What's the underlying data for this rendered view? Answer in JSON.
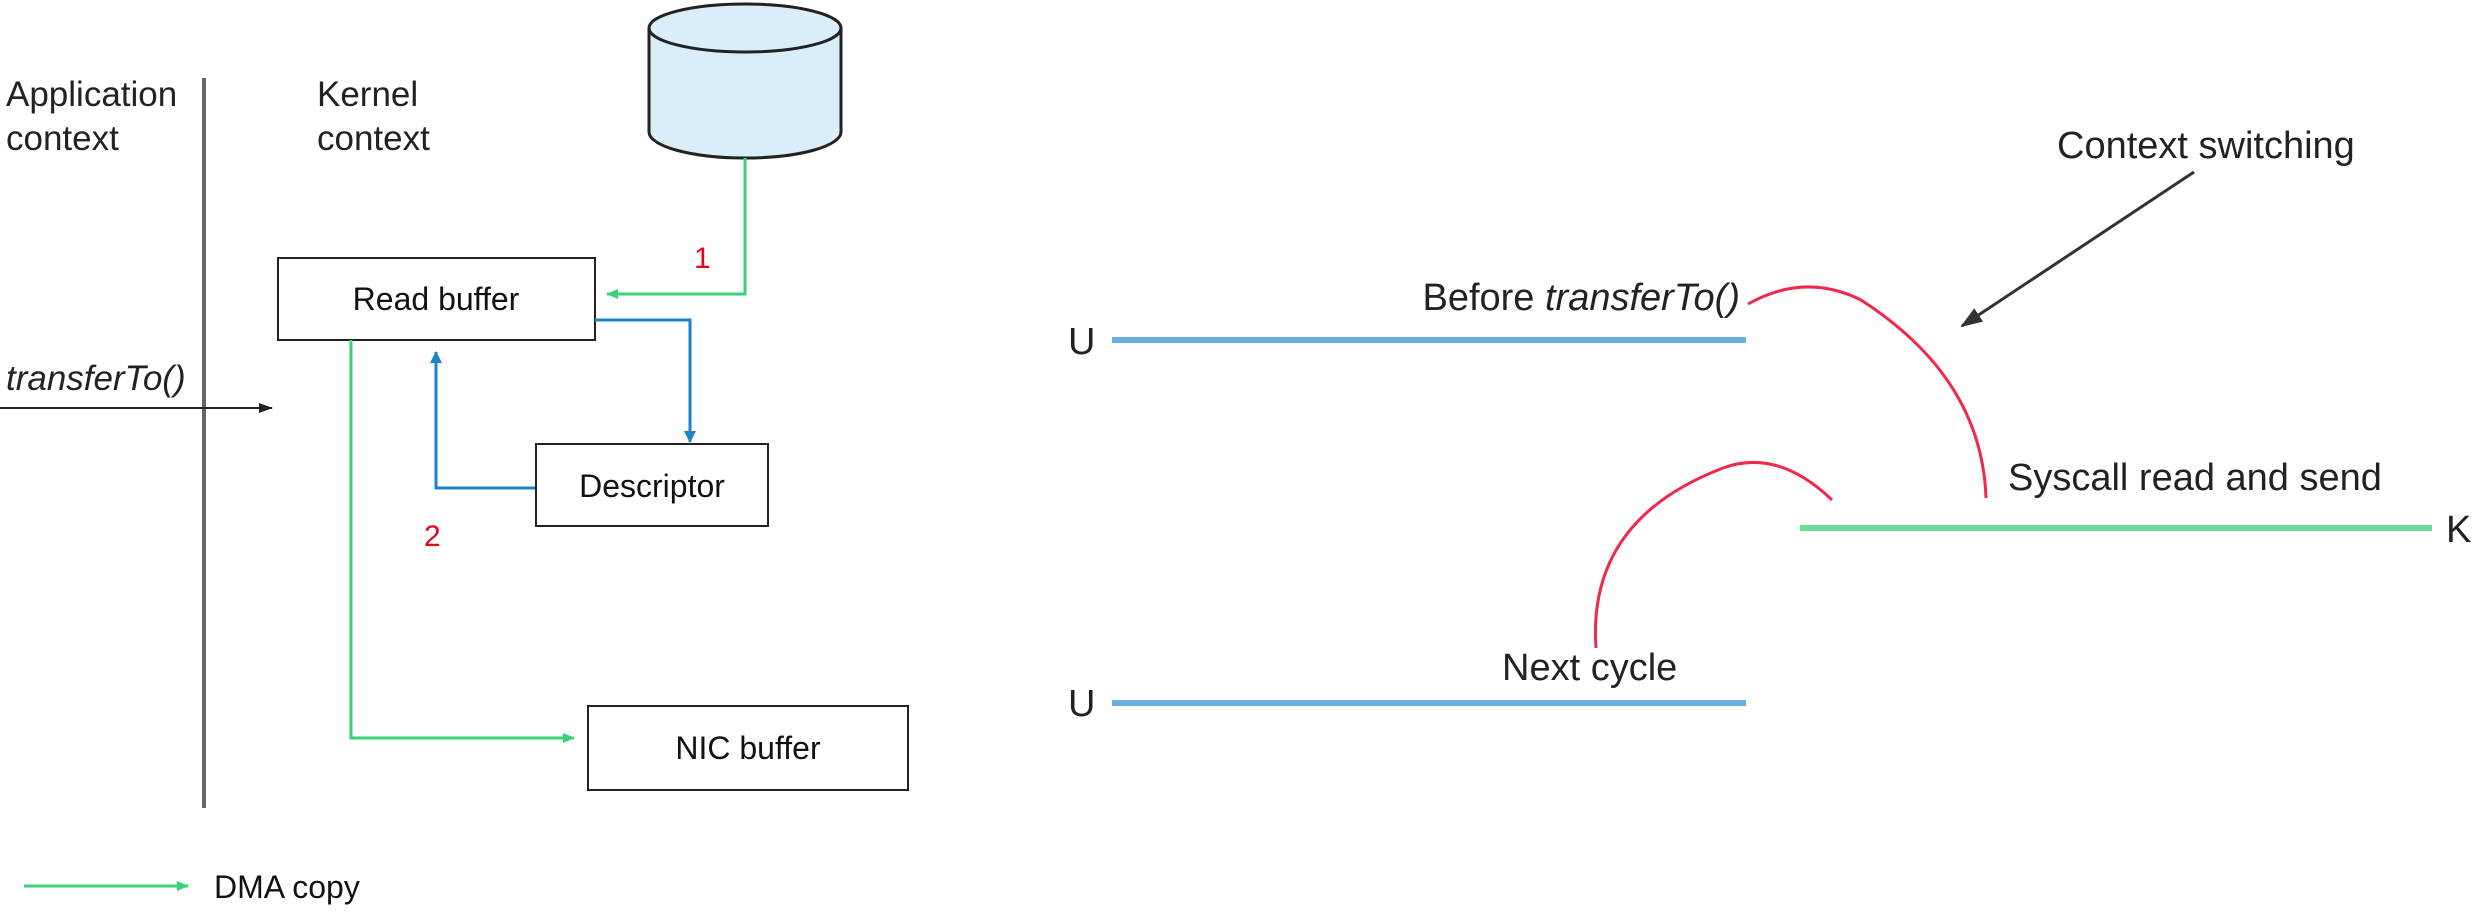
{
  "left_panel": {
    "application_context_line1": "Application",
    "application_context_line2": "context",
    "kernel_context_line1": "Kernel",
    "kernel_context_line2": "context",
    "call_label": "transferTo()",
    "read_buffer": "Read buffer",
    "descriptor": "Descriptor",
    "nic_buffer": "NIC buffer",
    "step1": "1",
    "step2": "2",
    "legend_label": "DMA copy"
  },
  "right_panel": {
    "context_switching": "Context switching",
    "before_prefix": "Before ",
    "before_call": "transferTo()",
    "syscall": "Syscall read and send",
    "next_cycle": "Next cycle",
    "user_mark_top": "U",
    "kernel_mark": "K",
    "user_mark_bottom": "U"
  },
  "colors": {
    "dma_green": "#3ecf7a",
    "blue": "#1b83c8",
    "timeline_blue": "#6ab0de",
    "timeline_green": "#6fdb98",
    "red": "#f0284a",
    "red_text": "#e8001c",
    "line_gray": "#666666",
    "cylinder_fill": "#d9eef8",
    "black": "#222222"
  }
}
